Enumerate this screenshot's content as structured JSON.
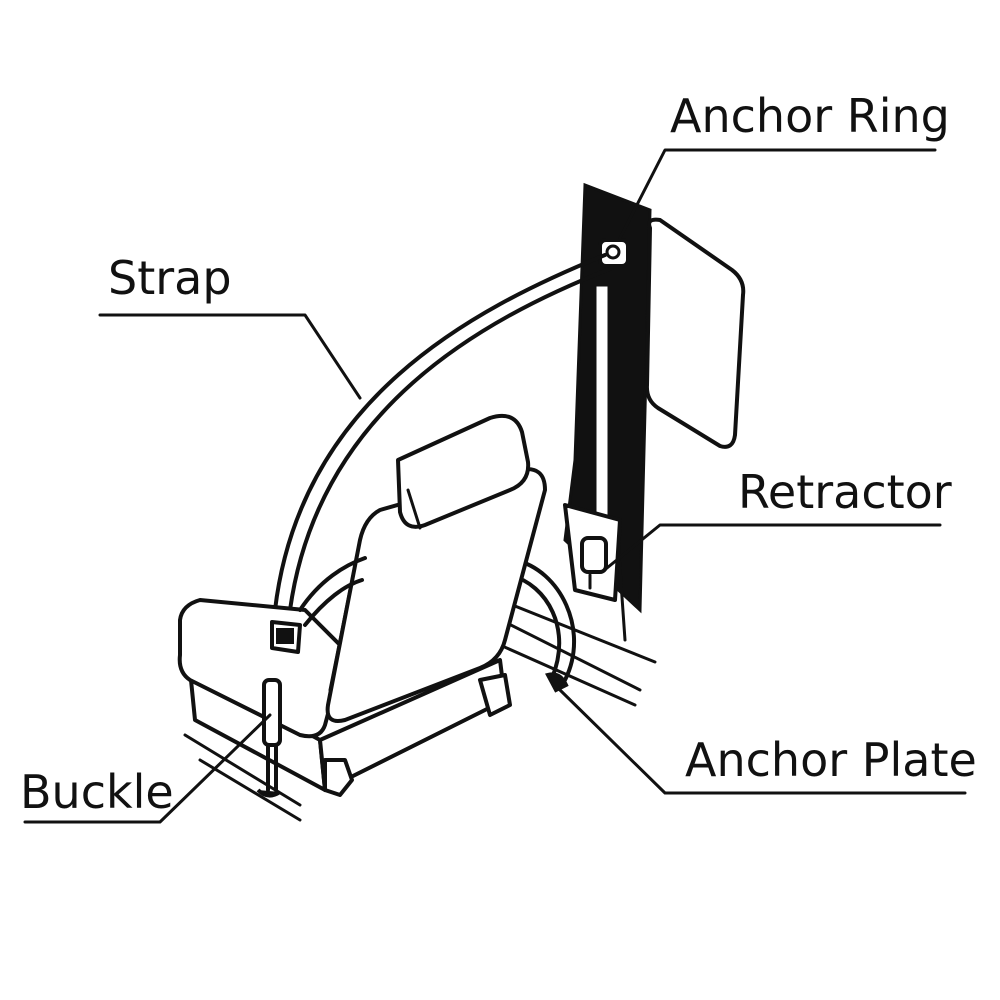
{
  "labels": {
    "anchor_ring": "Anchor Ring",
    "strap": "Strap",
    "retractor": "Retractor",
    "buckle": "Buckle",
    "anchor_plate": "Anchor Plate"
  }
}
